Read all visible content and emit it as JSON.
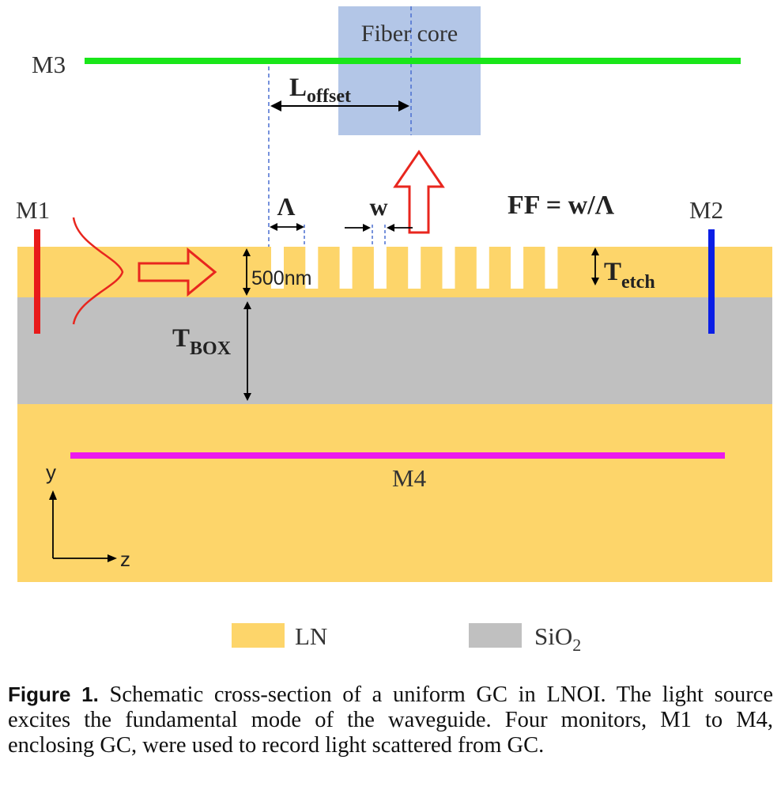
{
  "figure": {
    "labels": {
      "fiber_core": "Fiber core",
      "m1": "M1",
      "m2": "M2",
      "m3": "M3",
      "m4": "M4",
      "l_offset_main": "L",
      "l_offset_sub": "offset",
      "lambda": "Λ",
      "w": "w",
      "ff": "FF = w/Λ",
      "thickness": "500nm",
      "t_etch_main": "T",
      "t_etch_sub": "etch",
      "t_box_main": "T",
      "t_box_sub": "BOX",
      "axis_y": "y",
      "axis_z": "z"
    },
    "legend": {
      "ln": "LN",
      "sio2_main": "SiO",
      "sio2_sub": "2"
    },
    "colors": {
      "ln": "#fdd56a",
      "sio2": "#c0c0c0",
      "fiber": "#b3c6e7",
      "m1": "#e81a1a",
      "m2": "#0a1ee6",
      "m3": "#19e619",
      "m4": "#ec1aec",
      "arrow": "#e8261e",
      "dash": "#4a6fd0"
    },
    "grating_periods": 9
  },
  "caption": {
    "label": "Figure 1.",
    "text": " Schematic cross-section of a uniform GC in LNOI. The light source excites the fundamental mode of the waveguide. Four monitors, M1 to M4, enclosing GC, were used to record light scattered from GC."
  }
}
